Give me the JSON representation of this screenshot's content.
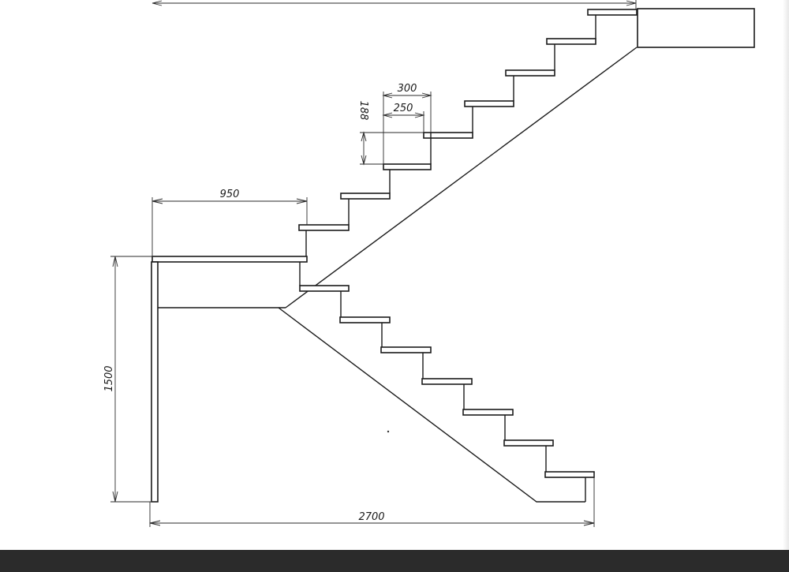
{
  "dimensions": {
    "overall_width": "2700",
    "height_lower": "1500",
    "landing_width": "950",
    "step_run": "300",
    "tread_depth": "250",
    "step_rise": "188"
  },
  "colors": {
    "line": "#1a1a1a",
    "paper": "#ffffff",
    "scan_edge": "#2b2b2b"
  }
}
